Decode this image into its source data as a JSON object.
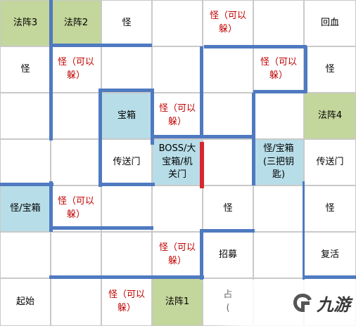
{
  "colors": {
    "formation_tile": "#c3d69b",
    "treasure_tile": "#b7dde8",
    "dodgeable_monster_text": "#c00000",
    "wall": "#4f7ac0",
    "boss_door": "#d9262e"
  },
  "rows": [
    [
      {
        "text": "法阵3",
        "fill": "green"
      },
      {
        "text": "法阵2",
        "fill": "green"
      },
      {
        "text": "怪"
      },
      {
        "text": ""
      },
      {
        "text": "怪（可以\n躲）",
        "red": true
      },
      {
        "text": ""
      },
      {
        "text": "回血"
      }
    ],
    [
      {
        "text": "怪"
      },
      {
        "text": "怪（可以\n躲）",
        "red": true
      },
      {
        "text": ""
      },
      {
        "text": ""
      },
      {
        "text": ""
      },
      {
        "text": "怪（可以\n躲）",
        "red": true
      },
      {
        "text": "怪"
      }
    ],
    [
      {
        "text": ""
      },
      {
        "text": ""
      },
      {
        "text": "宝箱",
        "fill": "blue"
      },
      {
        "text": "怪（可以\n躲）",
        "red": true
      },
      {
        "text": ""
      },
      {
        "text": ""
      },
      {
        "text": "法阵4",
        "fill": "green"
      }
    ],
    [
      {
        "text": ""
      },
      {
        "text": ""
      },
      {
        "text": "传送门"
      },
      {
        "text": "BOSS/大\n宝箱/机\n关门",
        "fill": "blue"
      },
      {
        "text": ""
      },
      {
        "text": "怪/宝箱\n(三把钥\n匙)",
        "fill": "blue"
      },
      {
        "text": "传送门"
      }
    ],
    [
      {
        "text": "怪/宝箱",
        "fill": "blue"
      },
      {
        "text": "怪（可以\n躲）",
        "red": true
      },
      {
        "text": ""
      },
      {
        "text": ""
      },
      {
        "text": "怪"
      },
      {
        "text": ""
      },
      {
        "text": "怪"
      }
    ],
    [
      {
        "text": ""
      },
      {
        "text": ""
      },
      {
        "text": ""
      },
      {
        "text": "怪（可以\n躲）",
        "red": true
      },
      {
        "text": "招募"
      },
      {
        "text": ""
      },
      {
        "text": "复活"
      }
    ],
    [
      {
        "text": "起始"
      },
      {
        "text": ""
      },
      {
        "text": "怪（可以\n躲）",
        "red": true
      },
      {
        "text": "法阵1",
        "fill": "green"
      },
      {
        "text": "占\n("
      },
      {
        "text": ""
      },
      {
        "text": ""
      }
    ]
  ],
  "watermark": {
    "icon": "jiuyou-logo-icon",
    "text": "九游"
  }
}
